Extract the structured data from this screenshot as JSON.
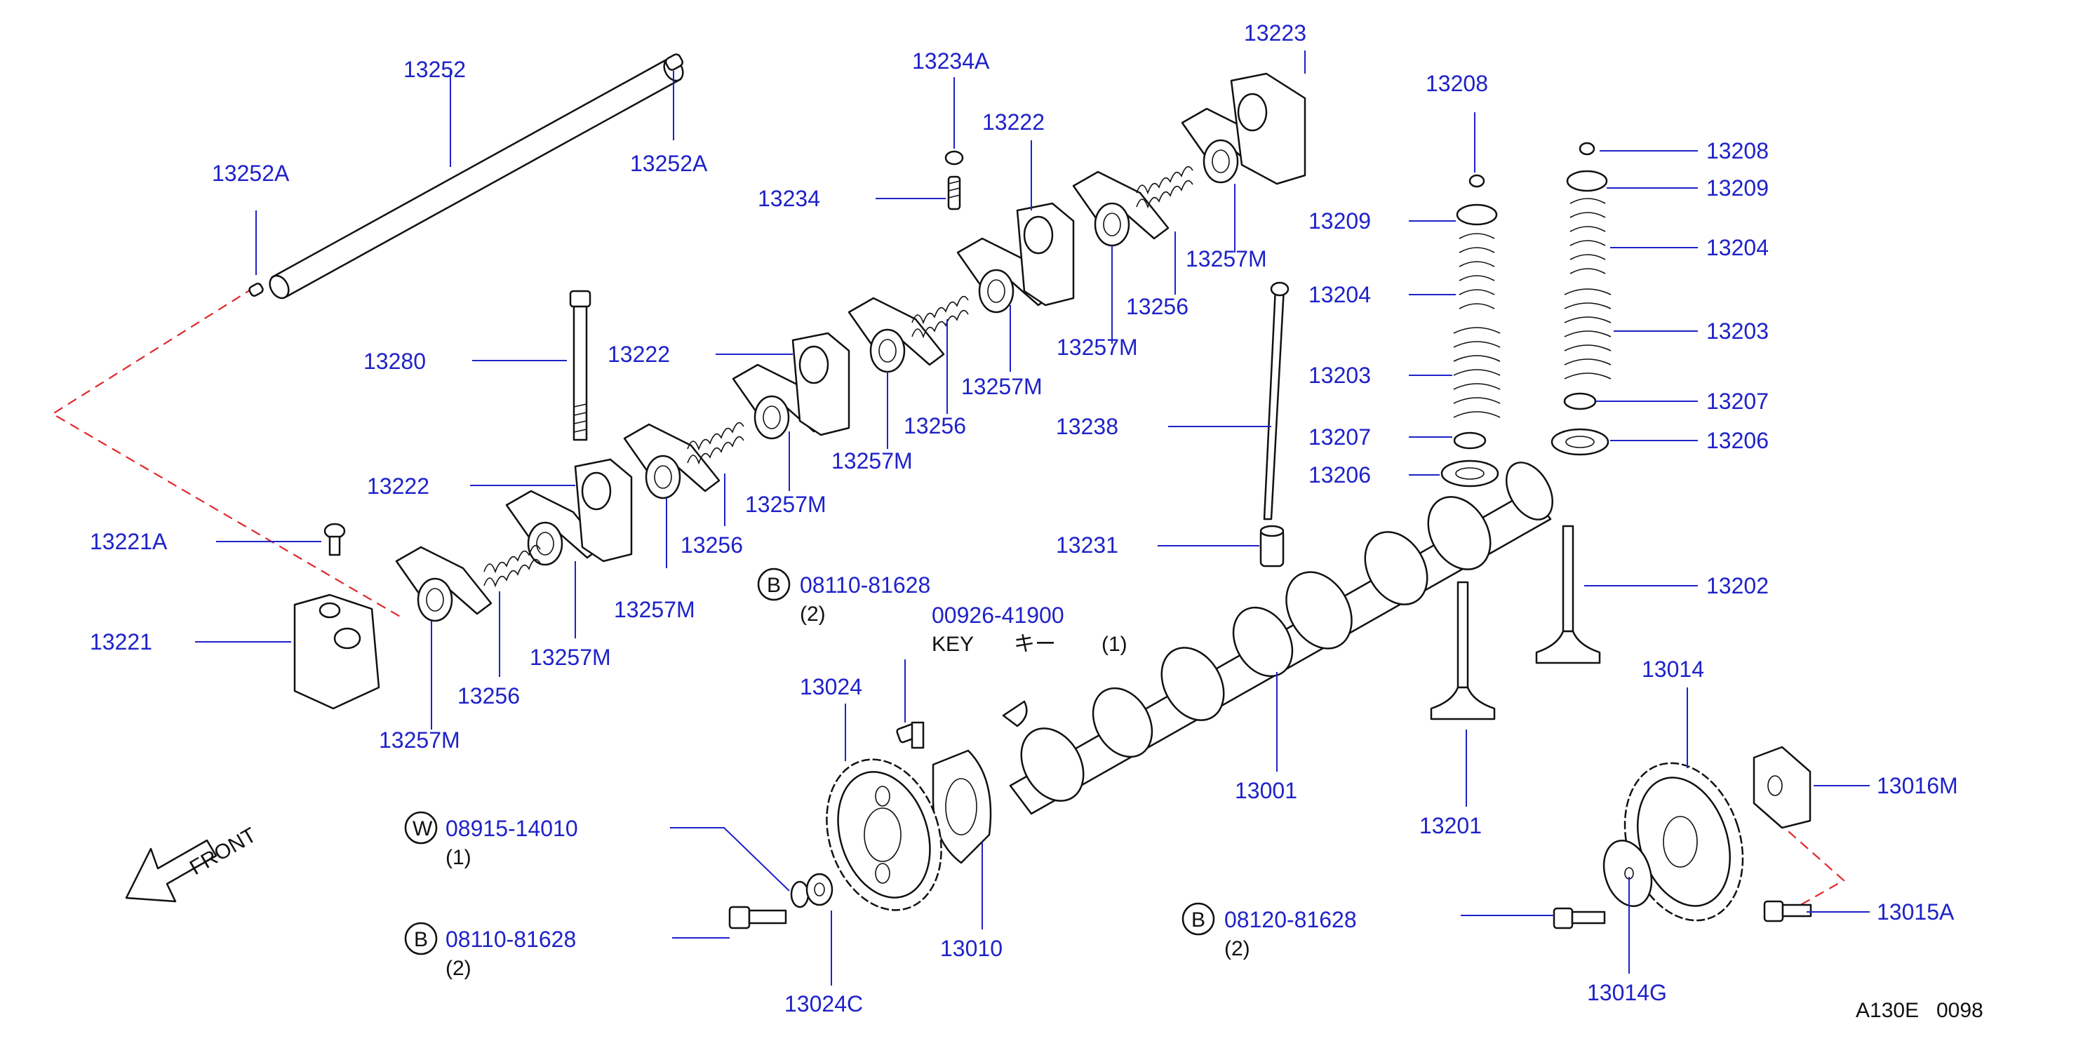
{
  "diagram": {
    "ref_code": "A130E",
    "ref_number": "0098",
    "direction_label": "FRONT",
    "colors": {
      "callout": "#1e22c8",
      "outline": "#111111",
      "dashed": "#e0282a"
    },
    "parts": {
      "p13252": "13252",
      "p13252A_top": "13252A",
      "p13252A_left": "13252A",
      "p13234A": "13234A",
      "p13234": "13234",
      "p13222_top": "13222",
      "p13222_mid": "13222",
      "p13222_low": "13222",
      "p13223": "13223",
      "p13257M_1": "13257M",
      "p13257M_2": "13257M",
      "p13257M_3": "13257M",
      "p13257M_4": "13257M",
      "p13257M_5": "13257M",
      "p13257M_6": "13257M",
      "p13257M_7": "13257M",
      "p13257M_8": "13257M",
      "p13256_1": "13256",
      "p13256_2": "13256",
      "p13256_3": "13256",
      "p13256_4": "13256",
      "p13280": "13280",
      "p13221A": "13221A",
      "p13221": "13221",
      "p13238": "13238",
      "p13231": "13231",
      "p13208_l": "13208",
      "p13209_l": "13209",
      "p13204_l": "13204",
      "p13203_l": "13203",
      "p13207_l": "13207",
      "p13206_l": "13206",
      "p13208_r": "13208",
      "p13209_r": "13209",
      "p13204_r": "13204",
      "p13203_r": "13203",
      "p13207_r": "13207",
      "p13206_r": "13206",
      "p13202": "13202",
      "p13201": "13201",
      "p13001": "13001",
      "p13024": "13024",
      "p13024C": "13024C",
      "p13010": "13010",
      "p13014": "13014",
      "p13016M": "13016M",
      "p13015A": "13015A",
      "p13014G": "13014G"
    },
    "fasteners": {
      "bolt_top": {
        "badge": "B",
        "code": "08110-81628",
        "qty": "(2)"
      },
      "washer": {
        "badge": "W",
        "code": "08915-14010",
        "qty": "(1)"
      },
      "bolt_low": {
        "badge": "B",
        "code": "08110-81628",
        "qty": "(2)"
      },
      "bolt_right": {
        "badge": "B",
        "code": "08120-81628",
        "qty": "(2)"
      }
    },
    "key_part": {
      "code": "00926-41900",
      "label": "KEY",
      "katakana": "キー",
      "qty": "(1)"
    }
  }
}
